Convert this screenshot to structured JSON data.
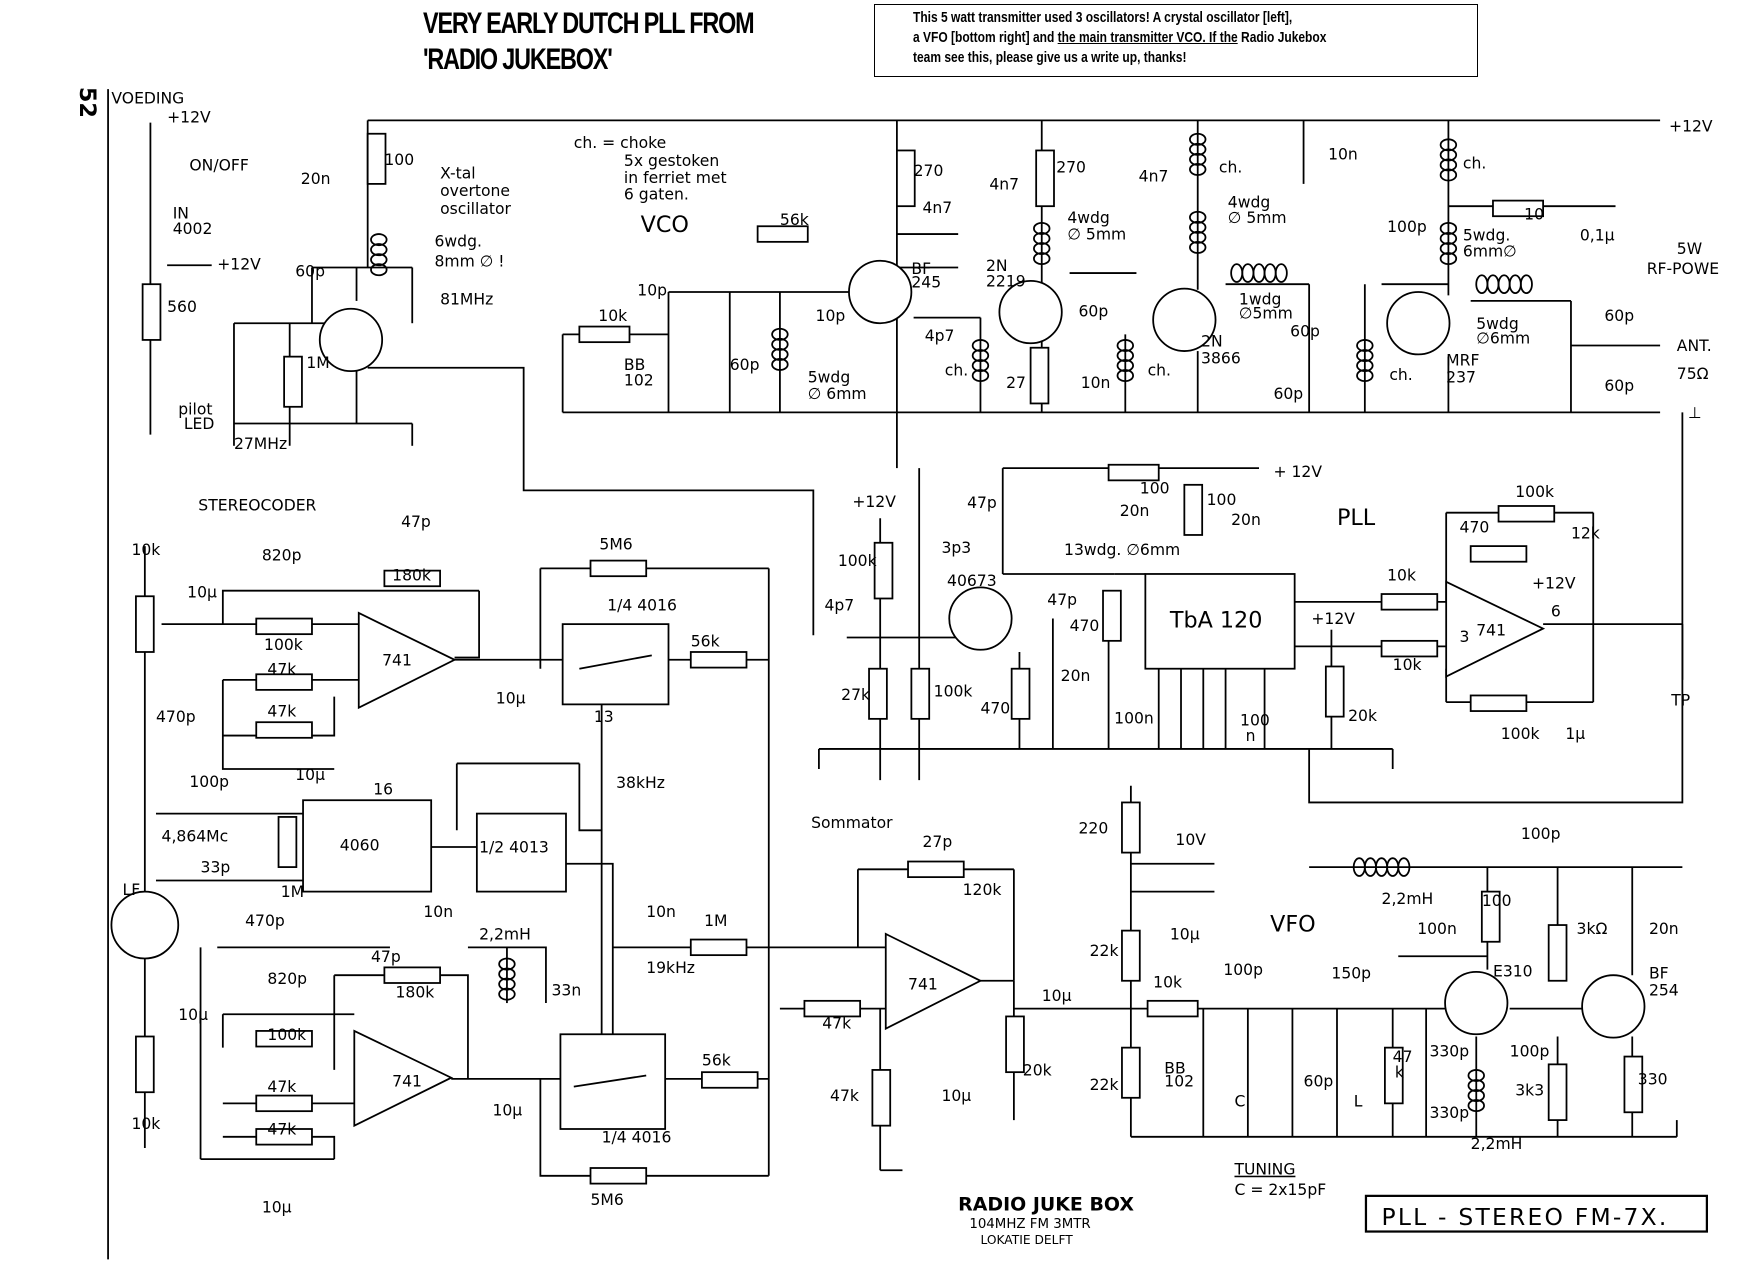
{
  "header": {
    "title": "VERY EARLY DUTCH PLL FROM 'RADIO JUKEBOX'",
    "note_line1": "This 5 watt transmitter used 3  oscillators! A crystal oscillator [left],",
    "note_line2a": "a VFO [bottom right] and ",
    "note_line2b": "the main transmitter VCO. If the",
    "note_line2c": " Radio Jukebox",
    "note_line3": "team see this,  please give us a write up, thanks!"
  },
  "page_number": "52",
  "sections": {
    "power": [
      "VOEDING",
      "+12V",
      "ON/OFF",
      "IN",
      "4002",
      "+12V",
      "560",
      "pilot",
      "LED"
    ],
    "xtal": [
      "100",
      "20n",
      "X-tal",
      "overtone",
      "oscillator",
      "6wdg.",
      "8mm ∅ !",
      "60p",
      "81MHz",
      "1M",
      "27MHz"
    ],
    "vco": [
      "ch. = choke",
      "5x gestoken",
      "in ferriet met",
      "6 gaten.",
      "VCO",
      "56k",
      "10p",
      "10k",
      "BB",
      "102",
      "60p",
      "10p",
      "5wdg",
      "∅ 6mm",
      "270",
      "4n7",
      "BF",
      "245",
      "4p7",
      "ch."
    ],
    "pa": [
      "4n7",
      "270",
      "4wdg",
      "∅ 5mm",
      "2N",
      "2219",
      "60p",
      "27",
      "10n",
      "ch.",
      "4n7",
      "ch.",
      "4wdg",
      "∅ 5mm",
      "1wdg",
      "∅5mm",
      "60p",
      "2N",
      "3866",
      "60p",
      "10n",
      "ch.",
      "100p",
      "10",
      "0,1μ",
      "5wdg.",
      "6mm∅",
      "5W",
      "RF-POWE",
      "5wdg",
      "∅6mm",
      "60p",
      "MRF",
      "237",
      "60p",
      "ANT.",
      "75Ω",
      "+12V",
      "ch.",
      "⊥"
    ],
    "pll": [
      "+12V",
      "100k",
      "3p3",
      "40673",
      "4p7",
      "27k",
      "100k",
      "470",
      "47p",
      "100",
      "20n",
      "13wdg. ∅6mm",
      "100",
      "20n",
      "+ 12V",
      "47p",
      "470",
      "20n",
      "100n",
      "TbA 120",
      "100",
      "n",
      "PLL",
      "10k",
      "+12V",
      "10k",
      "20k",
      "100k",
      "470",
      "12k",
      "+12V",
      "741",
      "6",
      "3",
      "TP",
      "100k",
      "1μ",
      "100p"
    ],
    "stereocoder": [
      "STEREOCODER",
      "10k",
      "47p",
      "820p",
      "180k",
      "10μ",
      "100k",
      "741",
      "47k",
      "470p",
      "47k",
      "10μ",
      "5M6",
      "1/4 4016",
      "56k",
      "10μ",
      "38kHz",
      "100p",
      "4,864Mc",
      "4060",
      "1/2 4013",
      "33p",
      "1M",
      "LF",
      "10n",
      "2,2mH",
      "10n",
      "1M",
      "470p",
      "19kHz",
      "33n",
      "47p",
      "820p",
      "180k",
      "10μ",
      "100k",
      "741",
      "47k",
      "10μ",
      "47k",
      "10k",
      "56k",
      "1/4 4016",
      "5M6",
      "10μ",
      "13",
      "16"
    ],
    "sommator": [
      "Sommator",
      "27p",
      "120k",
      "741",
      "47k",
      "47k",
      "10μ",
      "10μ",
      "20k"
    ],
    "vfo": [
      "220",
      "10V",
      "10μ",
      "22k",
      "VFO",
      "10k",
      "100p",
      "150p",
      "100n",
      "100",
      "E310",
      "22k",
      "BB",
      "102",
      "C",
      "60p",
      "L",
      "47",
      "k",
      "330p",
      "330p",
      "100p",
      "3k3",
      "3kΩ",
      "BF",
      "254",
      "330",
      "2,2mH",
      "20n",
      "2,2mH"
    ],
    "footer": {
      "brand": "RADIO JUKE BOX",
      "freq": "104MHZ FM 3MTR",
      "location": "LOKATIE DELFT",
      "tuning_label": "TUNING",
      "tuning_value": "C = 2x15pF",
      "title_block": "PLL - STEREO  FM-7X."
    }
  }
}
